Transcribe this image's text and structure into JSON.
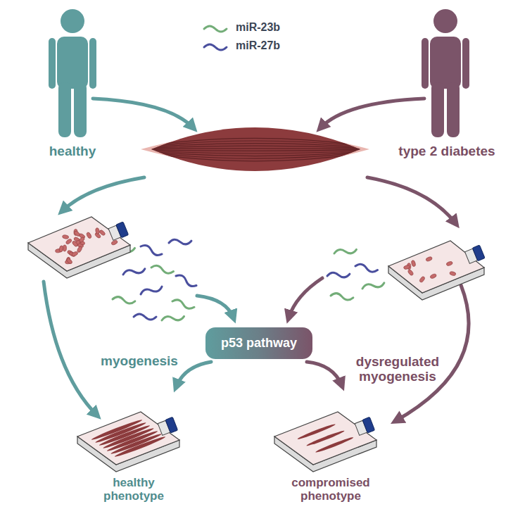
{
  "diagram": {
    "nodes": [
      {
        "text": [
          "p53 pathway"
        ]
      }
    ],
    "edges": [],
    "labels": [
      "healthy",
      "type 2 diabetes",
      "myogenesis",
      "dysregulated myogenesis",
      "healthy phenotype",
      "compromised phenotype"
    ],
    "legend": [
      {
        "text": "miR-23b"
      },
      {
        "text": "miR-27b"
      }
    ]
  }
}
